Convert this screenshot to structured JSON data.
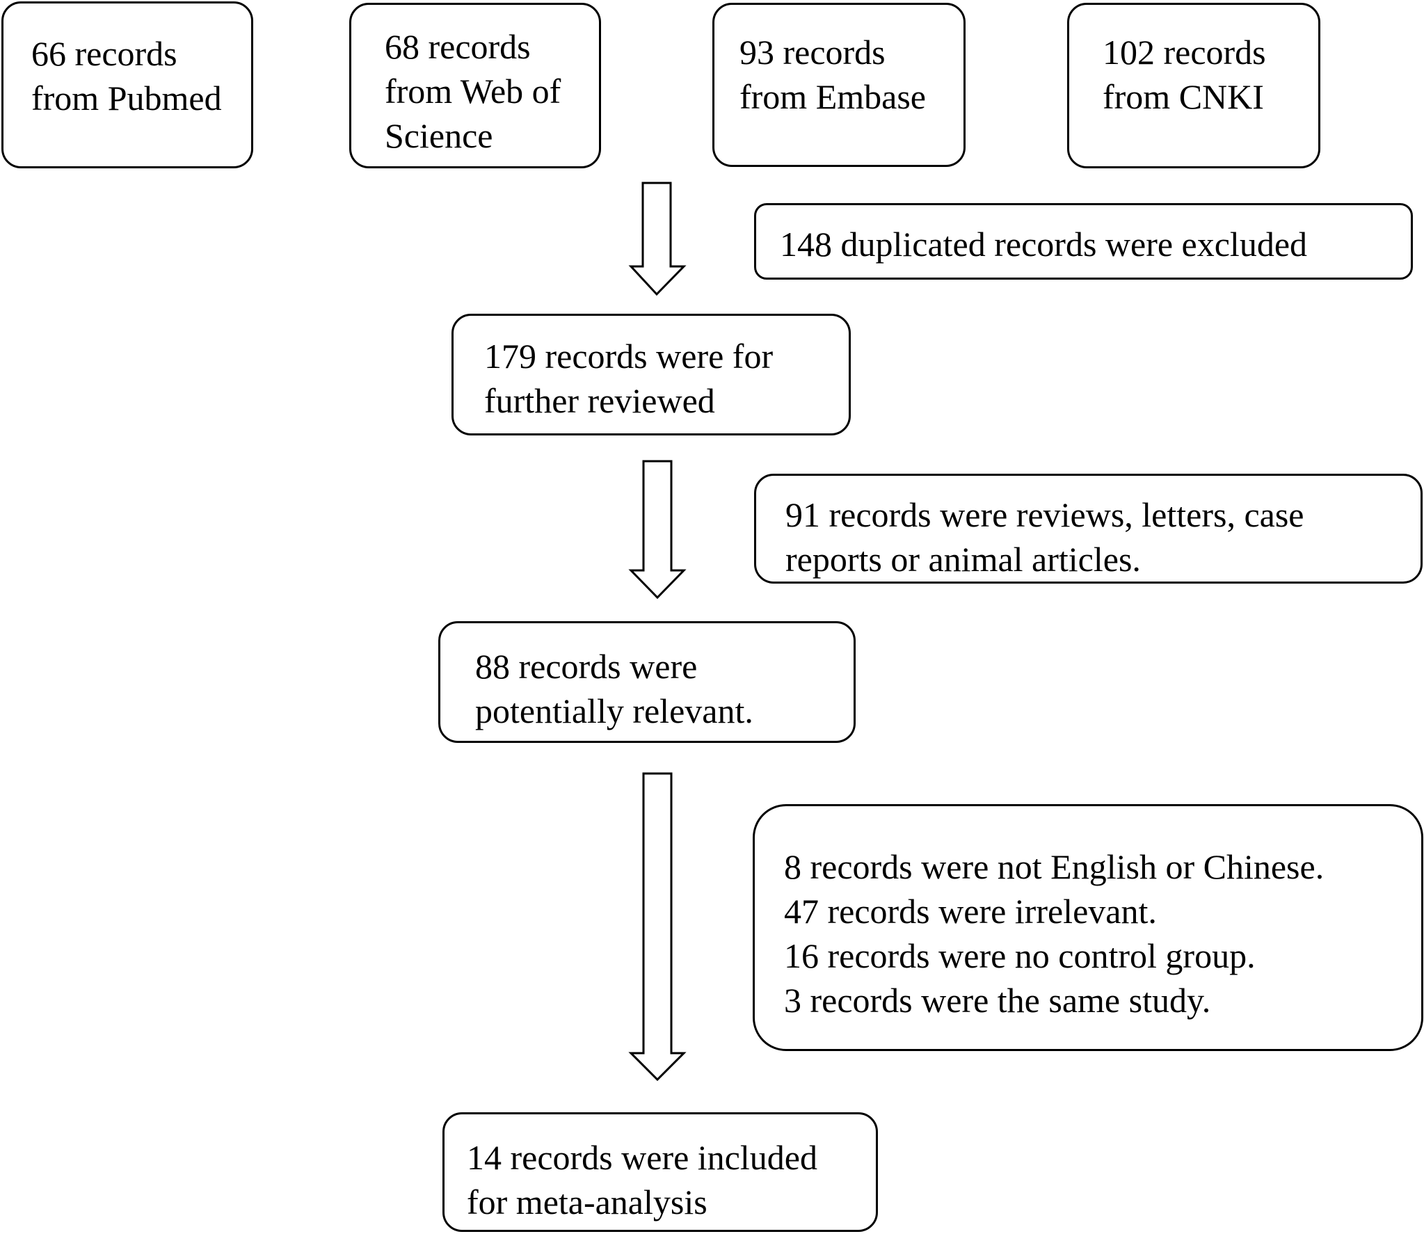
{
  "sources": {
    "pubmed": [
      "66 records",
      "from Pubmed"
    ],
    "wos": [
      "68 records",
      "from Web of",
      "Science"
    ],
    "embase": [
      "93 records",
      "from Embase"
    ],
    "cnki": [
      "102 records",
      "from CNKI"
    ]
  },
  "exclusions": {
    "duplicates": [
      "148 duplicated records were excluded"
    ],
    "reviews": [
      "91 records were reviews, letters, case",
      "reports or animal articles."
    ],
    "criteria": [
      "8 records were not English or Chinese.",
      "47 records were irrelevant.",
      "16 records were no control group.",
      "3 records were the same study."
    ]
  },
  "steps": {
    "reviewed": [
      "179 records were for",
      "further reviewed"
    ],
    "relevant": [
      "88 records were",
      "potentially relevant."
    ],
    "included": [
      "14 records were included",
      "for meta-analysis"
    ]
  }
}
